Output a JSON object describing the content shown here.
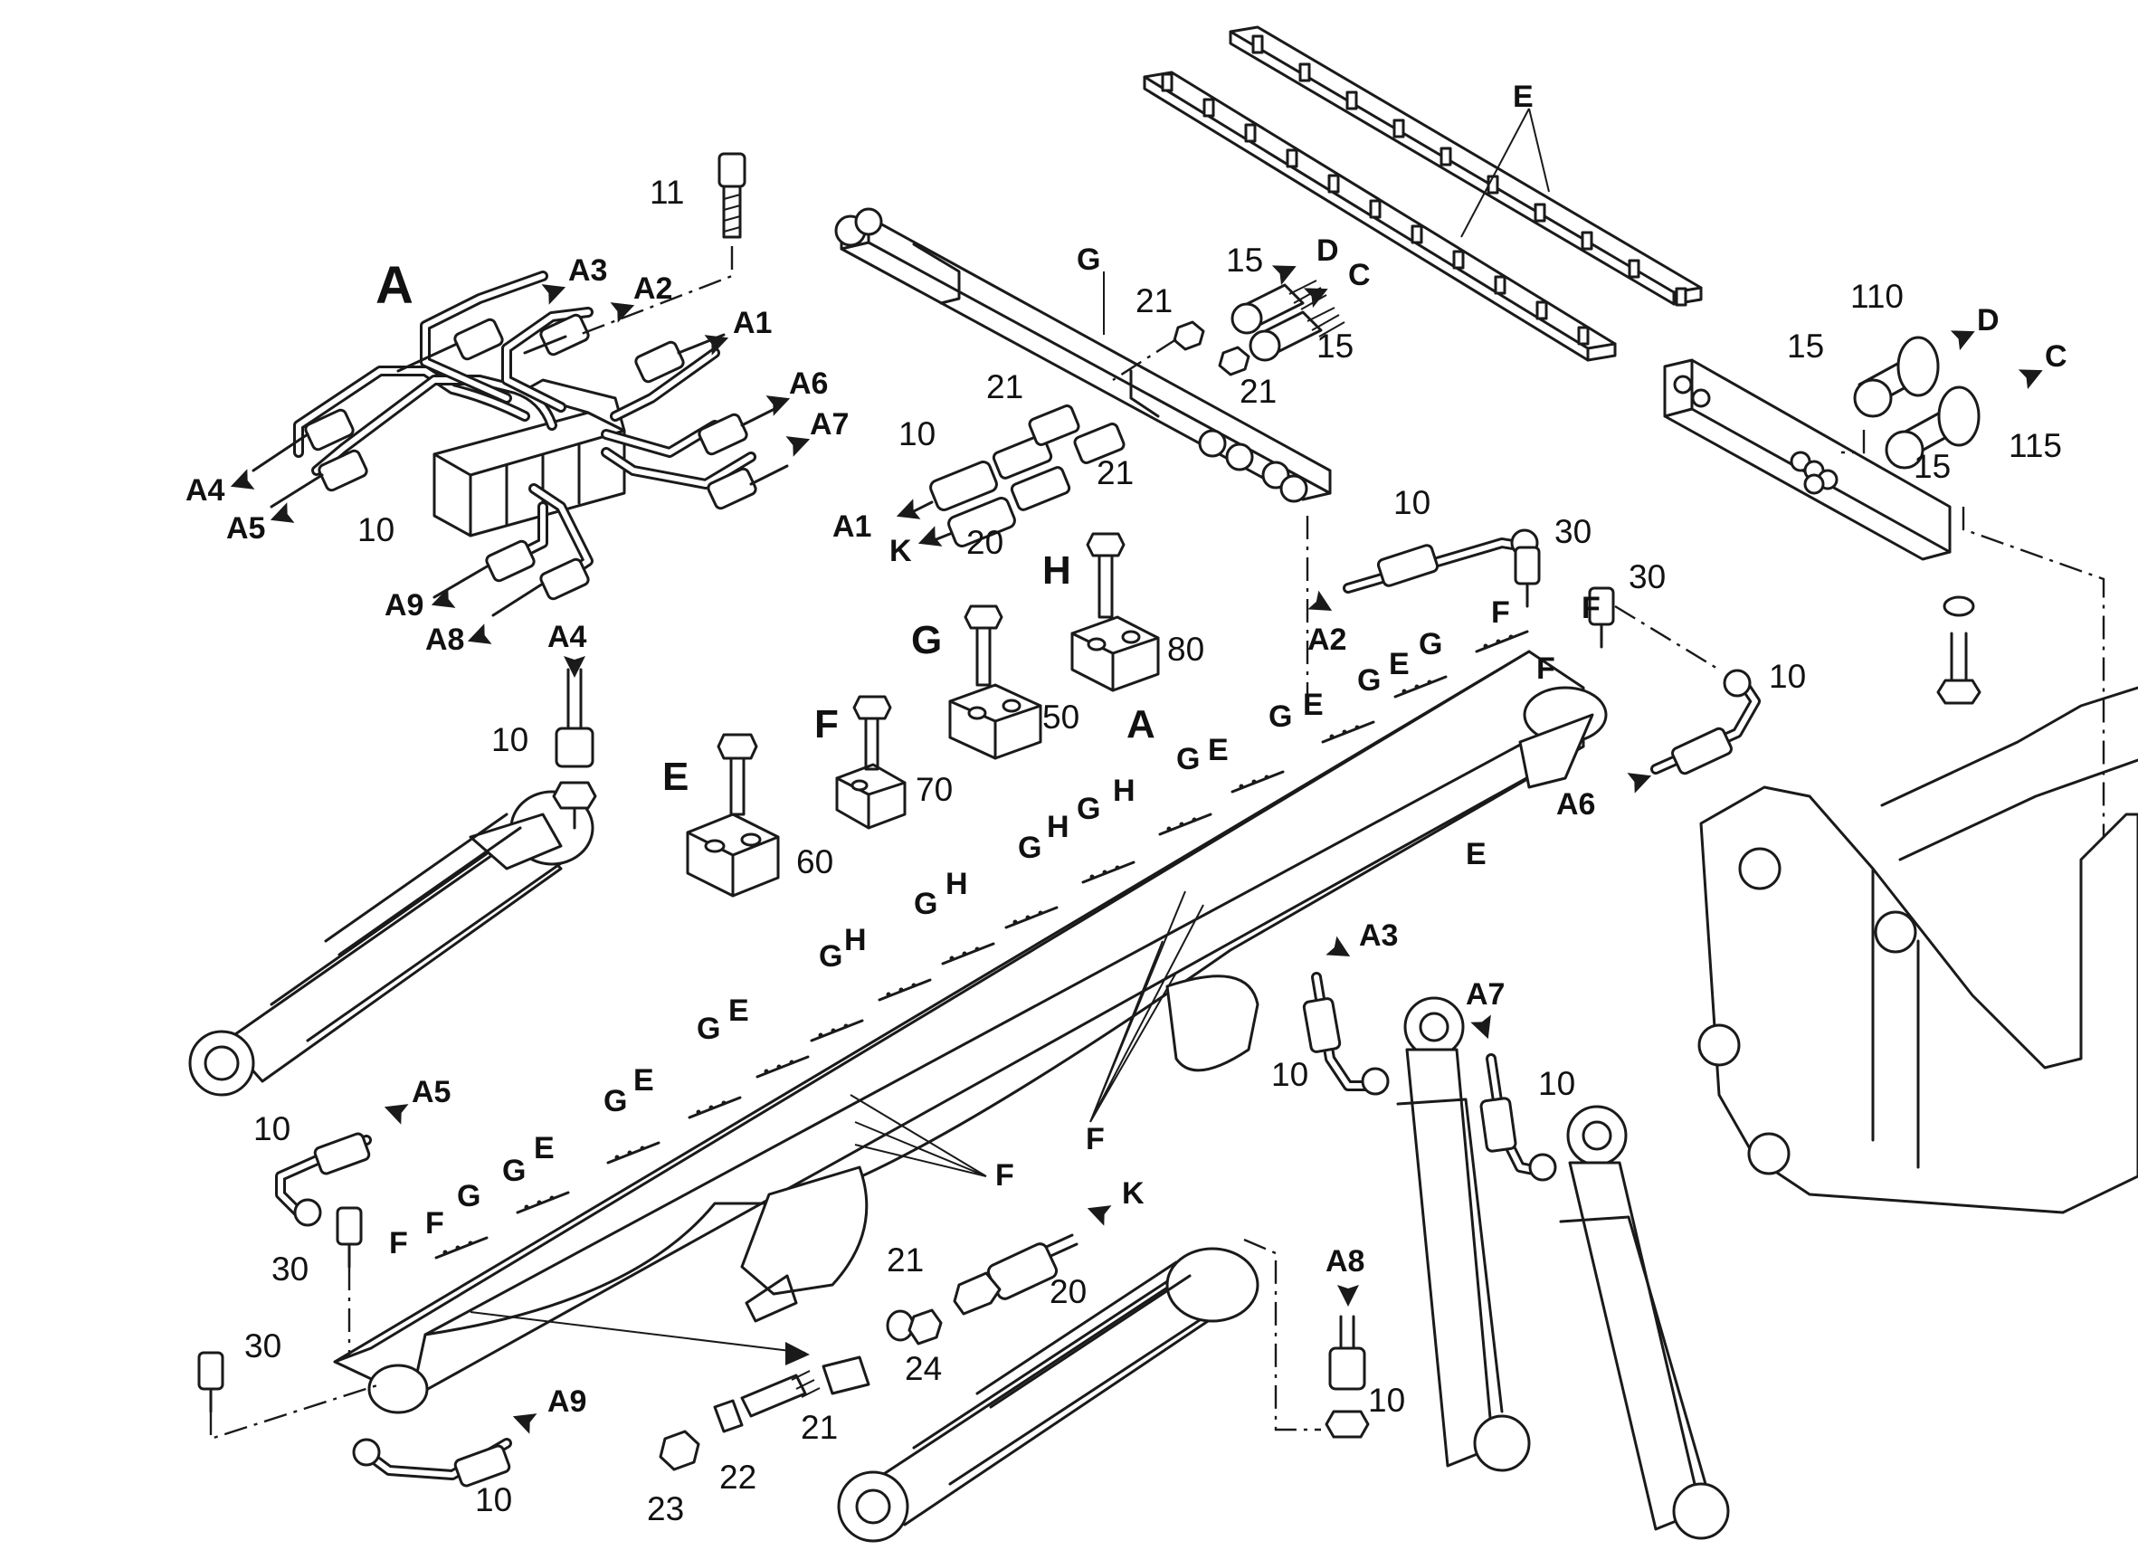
{
  "diagram": {
    "labels": {
      "A_group": "A",
      "A_boom": "A",
      "E_blocks": "E",
      "F_blocks": "F",
      "G_blocks": "G",
      "H_blocks": "H",
      "E_rail": "E",
      "n11": "11",
      "n10": "10",
      "n15": "15",
      "n20": "20",
      "n21": "21",
      "n22": "22",
      "n23": "23",
      "n24": "24",
      "n30": "30",
      "n50": "50",
      "n60": "60",
      "n70": "70",
      "n80": "80",
      "n110": "110",
      "n115": "115",
      "A1": "A1",
      "A2": "A2",
      "A3": "A3",
      "A4": "A4",
      "A5": "A5",
      "A6": "A6",
      "A7": "A7",
      "A8": "A8",
      "A9": "A9",
      "C": "C",
      "D": "D",
      "K": "K",
      "G": "G",
      "E": "E",
      "F": "F",
      "H": "H"
    }
  }
}
